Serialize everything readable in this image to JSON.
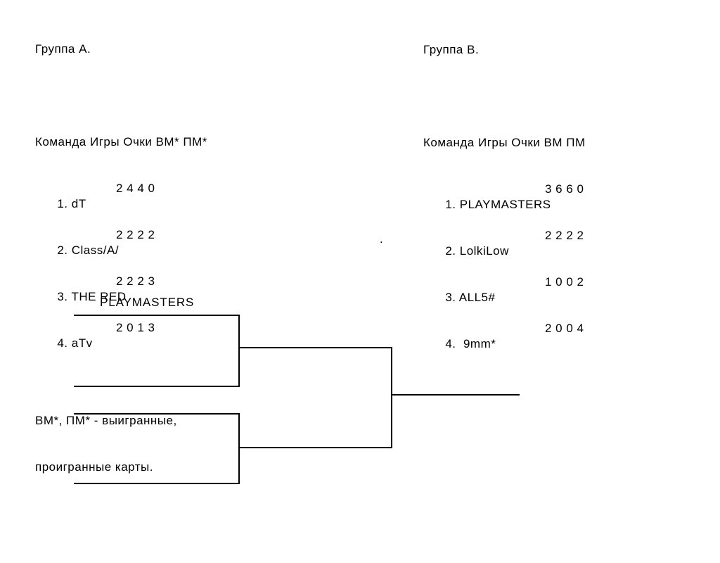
{
  "page": {
    "background_color": "#ffffff",
    "text_color": "#000000",
    "line_color": "#000000"
  },
  "group_a": {
    "title": "Группа А.",
    "table_header": "Команда Игры Очки ВМ* ПМ*",
    "columns": [
      "Команда",
      "Игры",
      "Очки",
      "ВМ*",
      "ПМ*"
    ],
    "rows": [
      {
        "name": "1. dT",
        "stats": "2 4 4 0"
      },
      {
        "name": "2. Class/A/",
        "stats": "2 2 2 2"
      },
      {
        "name": "3. THE RED",
        "stats": "2 2 2 3"
      },
      {
        "name": "4. aTv",
        "stats": "2 0 1 3"
      }
    ],
    "footnote": [
      "ВМ*, ПМ* - выигранные,",
      "проигранные карты."
    ]
  },
  "group_b": {
    "title": "Группа В.",
    "table_header": "Команда Игры Очки ВМ ПМ",
    "columns": [
      "Команда",
      "Игры",
      "Очки",
      "ВМ",
      "ПМ"
    ],
    "rows": [
      {
        "name": "1. PLAYMASTERS",
        "stats": "3 6 6 0"
      },
      {
        "name": "2. LolkiLow",
        "stats": "2 2 2 2"
      },
      {
        "name": "3. ALL5#",
        "stats": "1 0 0 2"
      },
      {
        "name": "4.  9mm*",
        "stats": "2 0 0 4"
      }
    ]
  },
  "stray_mark": ".",
  "bracket": {
    "top_seed_label": "PLAYMASTERS",
    "rounds": 2,
    "semifinal_slots": [
      "PLAYMASTERS",
      "",
      "",
      ""
    ],
    "final_slots": [
      "",
      ""
    ],
    "winner_slot": ""
  }
}
